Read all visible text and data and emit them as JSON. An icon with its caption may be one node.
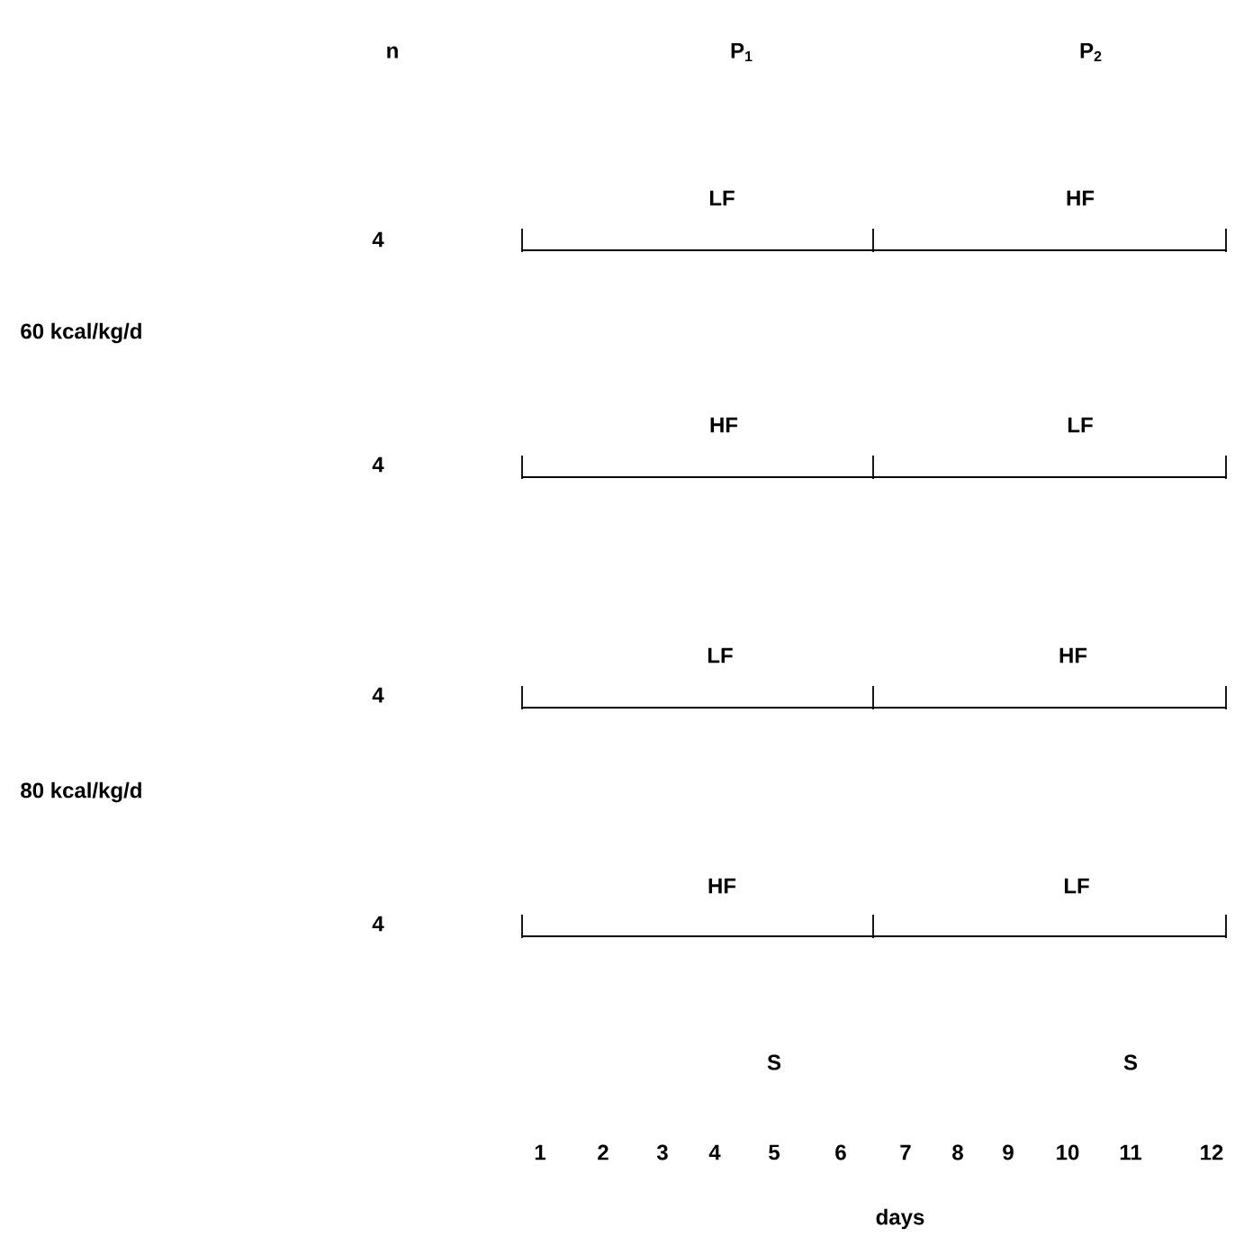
{
  "diagram": {
    "labels": [
      "n",
      "P$_{1}$",
      "P$_{2}$",
      "LF",
      "HF",
      "4",
      "60 kcal/kg/d",
      "HF",
      "LF",
      "4",
      "LF",
      "HF",
      "4",
      "80 kcal/kg/d",
      "HF",
      "LF",
      "4",
      "S",
      "S",
      "1",
      "2",
      "3",
      "4",
      "5",
      "6",
      "7",
      "8",
      "9",
      "10",
      "11",
      "12",
      "days"
    ]
  }
}
